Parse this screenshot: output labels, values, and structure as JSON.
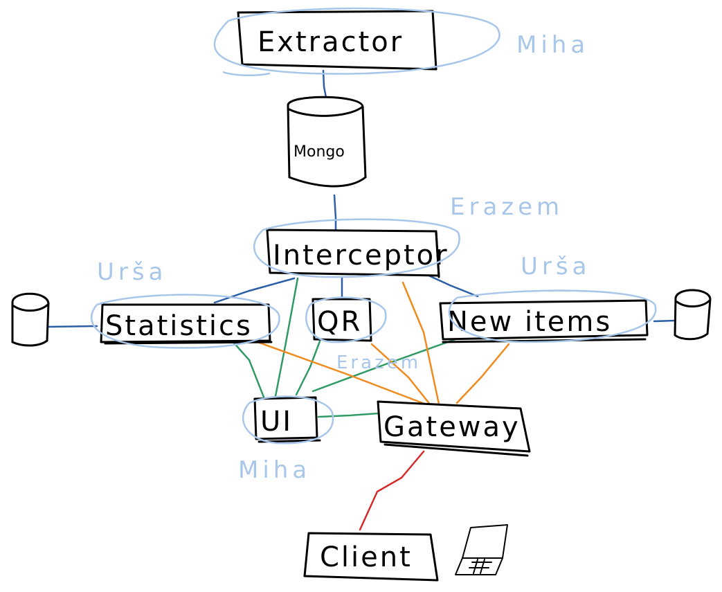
{
  "colors": {
    "ink": "#000000",
    "team_label": "#a8c6ea",
    "blue_link": "#2a5fa8",
    "green_link": "#2f9a63",
    "orange_link": "#f08a1c",
    "red_link": "#d42a2a"
  },
  "nodes": {
    "extractor": "Extractor",
    "mongo": "Mongo",
    "interceptor": "Interceptor",
    "statistics": "Statistics",
    "qr": "QR",
    "new_items": "New items",
    "ui": "UI",
    "gateway": "Gateway",
    "client": "Client"
  },
  "team_labels": {
    "extractor_owner": "Miha",
    "interceptor_owner": "Erazem",
    "statistics_owner": "Urša",
    "new_items_owner": "Urša",
    "qr_owner": "Erazem",
    "ui_owner": "Miha"
  },
  "icons": {
    "statistics_db": "database-cylinder-icon",
    "new_items_db": "database-cylinder-icon",
    "client_device": "laptop-icon"
  }
}
